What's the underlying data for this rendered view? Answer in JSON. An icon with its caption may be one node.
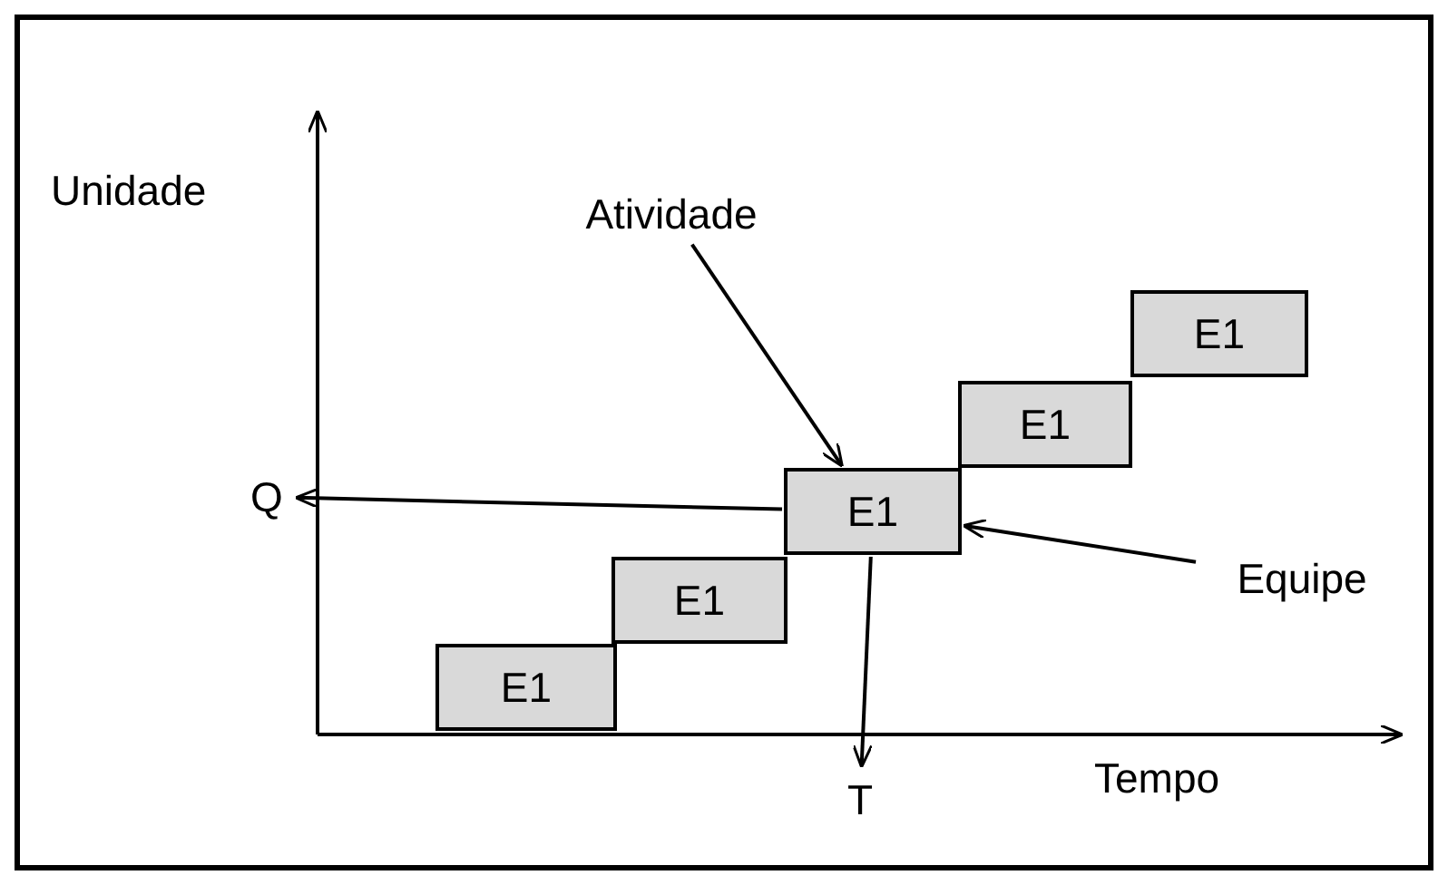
{
  "diagram": {
    "nodes": [
      {
        "text": [
          "Atividade"
        ]
      },
      {
        "text": [
          "Q"
        ]
      },
      {
        "text": [
          "E1"
        ]
      },
      {
        "text": [
          "E1"
        ]
      },
      {
        "text": [
          "E1"
        ]
      },
      {
        "text": [
          "E1"
        ]
      },
      {
        "text": [
          "E1"
        ]
      },
      {
        "text": [
          "Equipe"
        ]
      },
      {
        "text": [
          "T"
        ]
      }
    ],
    "edges": [
      {
        "from": 4,
        "to": 1,
        "arrow": "to"
      },
      {
        "from": 4,
        "to": 8,
        "arrow": "to"
      },
      {
        "from": 0,
        "to": 4,
        "arrow": "to"
      },
      {
        "from": 7,
        "to": 4,
        "arrow": "to"
      }
    ],
    "labels": [
      "Unidade",
      "Tempo"
    ]
  }
}
